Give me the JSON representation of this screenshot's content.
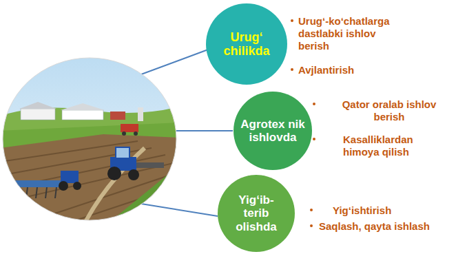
{
  "diagram": {
    "nodes": [
      {
        "text": [
          "Urug‘ chilikda"
        ]
      },
      {
        "text": [
          "Agrotex nik ishlovda"
        ]
      },
      {
        "text": [
          "Yig‘ib-terib olishda"
        ]
      }
    ],
    "labels": [
      "Urug‘-ko‘chatlarga dastlabki ishlov berish",
      "Avjlantirish",
      "Qator oralab ishlov berish",
      "Kasalliklardan himoya qilish",
      "Yig‘ishtirish",
      "Saqlash, qayta ishlash"
    ]
  }
}
